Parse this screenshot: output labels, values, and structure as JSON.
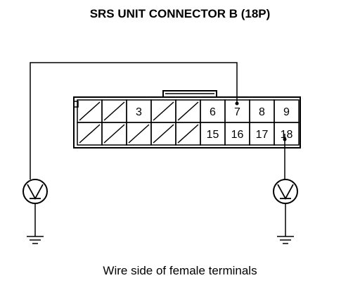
{
  "title": "SRS UNIT CONNECTOR B (18P)",
  "caption": "Wire side of female terminals",
  "connector": {
    "top_row": [
      "",
      "",
      "3",
      "",
      "",
      "6",
      "7",
      "8",
      "9"
    ],
    "bottom_row": [
      "",
      "",
      "",
      "",
      "",
      "15",
      "16",
      "17",
      "18"
    ],
    "top_row_hatched": [
      true,
      true,
      false,
      true,
      true,
      false,
      false,
      false,
      false
    ],
    "bottom_row_hatched": [
      true,
      true,
      true,
      true,
      true,
      false,
      false,
      false,
      false
    ]
  },
  "meters": [
    {
      "name": "left-voltmeter",
      "symbol": "V",
      "terminal": "7"
    },
    {
      "name": "right-voltmeter",
      "symbol": "V",
      "terminal": "18"
    }
  ]
}
